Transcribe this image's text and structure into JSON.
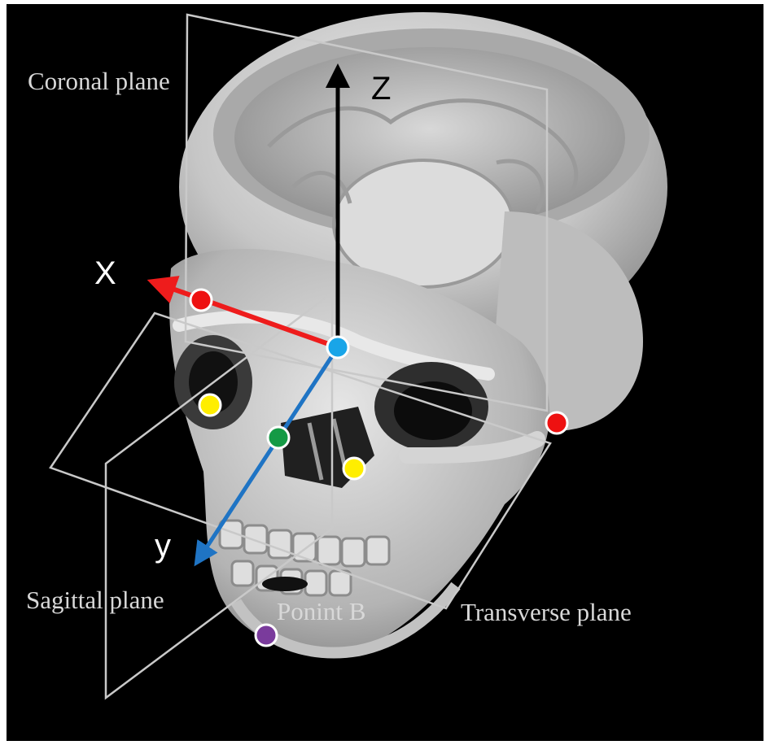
{
  "labels": {
    "coronal": "Coronal plane",
    "sagittal": "Sagittal plane",
    "transverse": "Transverse plane",
    "point_b": "Ponint B"
  },
  "axes": {
    "x": "X",
    "y": "y",
    "z": "Z"
  },
  "colors": {
    "background": "#000000",
    "frame": "#ffffff",
    "x_axis": "#ee1c1c",
    "y_axis": "#1f74c4",
    "z_axis": "#000000",
    "origin_point": "#19a5e8",
    "ear_point": "#ee1111",
    "orbit_point": "#ffee00",
    "nasal_point": "#159a45",
    "chin_point": "#7a3b9c",
    "plane_line": "#c9c9c9",
    "skull": "#cfcfcf"
  }
}
